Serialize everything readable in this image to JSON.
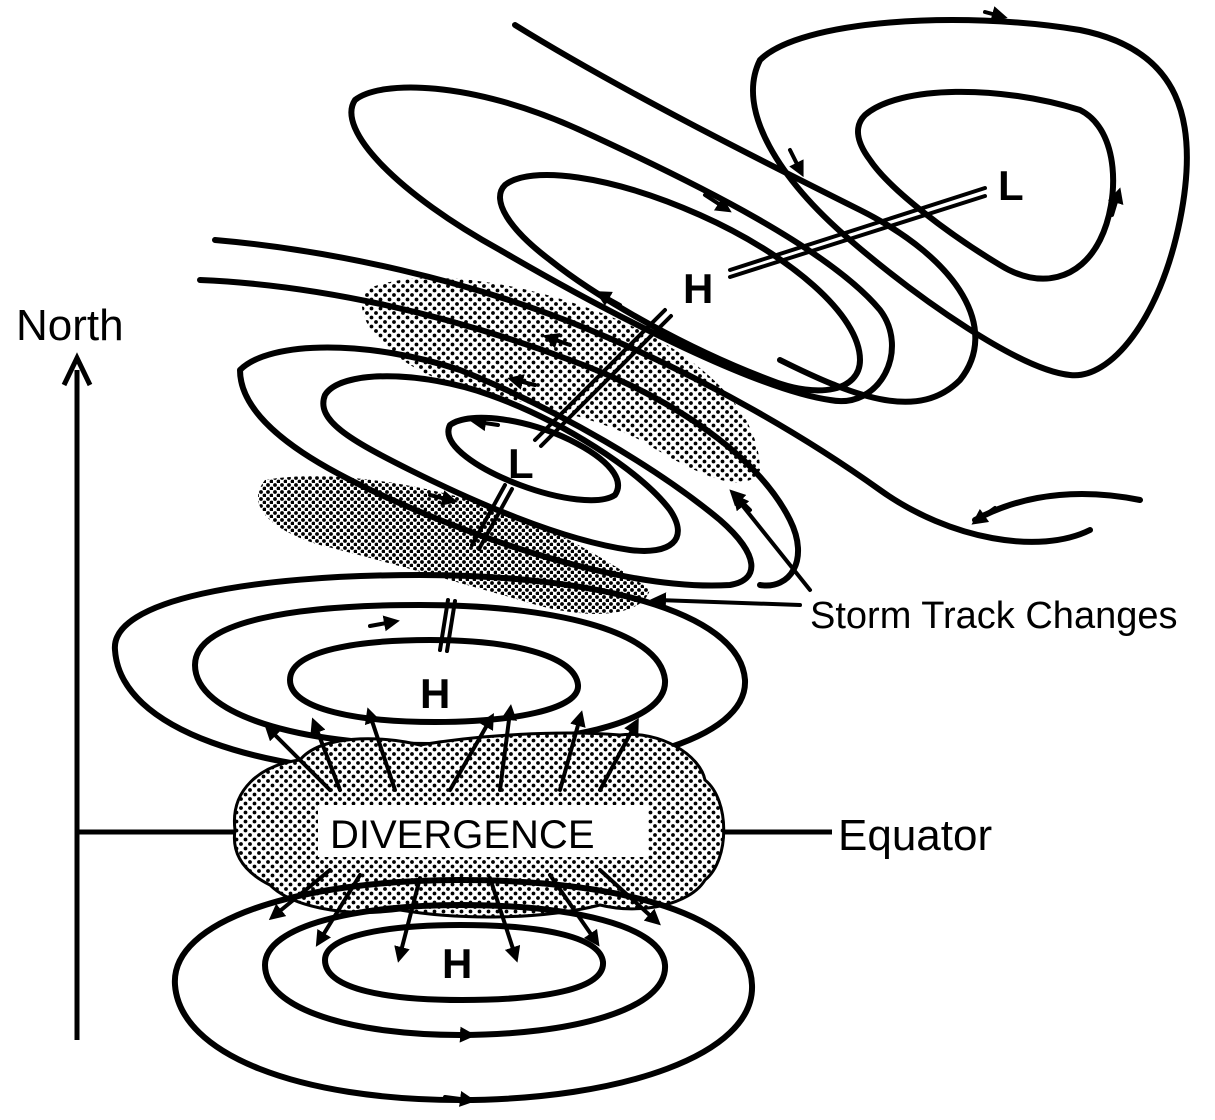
{
  "labels": {
    "north": "North",
    "equator": "Equator",
    "storm_track": "Storm Track Changes",
    "divergence": "DIVERGENCE"
  },
  "pressure_centers": {
    "high_upper": "H",
    "low_upper": "L",
    "low_middle": "L",
    "high_middle": "H",
    "high_lower": "H"
  },
  "colors": {
    "ink": "#000000",
    "background": "#ffffff"
  }
}
